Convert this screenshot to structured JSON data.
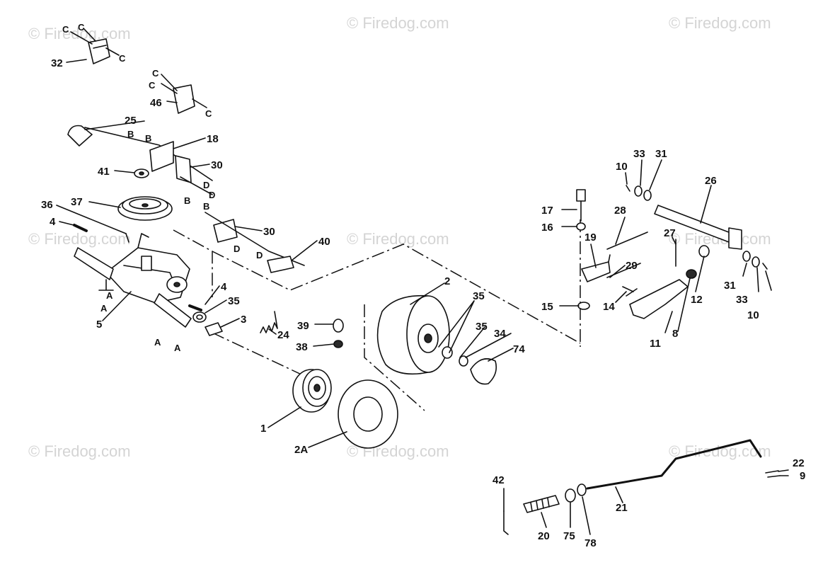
{
  "watermark": "© Firedog.com",
  "callouts": [
    {
      "id": "c1",
      "text": "1"
    },
    {
      "id": "c2",
      "text": "2"
    },
    {
      "id": "c2a",
      "text": "2A"
    },
    {
      "id": "c3",
      "text": "3"
    },
    {
      "id": "c4a",
      "text": "4"
    },
    {
      "id": "c4b",
      "text": "4"
    },
    {
      "id": "c5",
      "text": "5"
    },
    {
      "id": "c8",
      "text": "8"
    },
    {
      "id": "c9",
      "text": "9"
    },
    {
      "id": "c10a",
      "text": "10"
    },
    {
      "id": "c10b",
      "text": "10"
    },
    {
      "id": "c11",
      "text": "11"
    },
    {
      "id": "c12",
      "text": "12"
    },
    {
      "id": "c14",
      "text": "14"
    },
    {
      "id": "c15",
      "text": "15"
    },
    {
      "id": "c16",
      "text": "16"
    },
    {
      "id": "c17",
      "text": "17"
    },
    {
      "id": "c18",
      "text": "18"
    },
    {
      "id": "c19",
      "text": "19"
    },
    {
      "id": "c20",
      "text": "20"
    },
    {
      "id": "c21",
      "text": "21"
    },
    {
      "id": "c22",
      "text": "22"
    },
    {
      "id": "c24",
      "text": "24"
    },
    {
      "id": "c25",
      "text": "25"
    },
    {
      "id": "c26",
      "text": "26"
    },
    {
      "id": "c27",
      "text": "27"
    },
    {
      "id": "c28",
      "text": "28"
    },
    {
      "id": "c29",
      "text": "29"
    },
    {
      "id": "c30a",
      "text": "30"
    },
    {
      "id": "c30b",
      "text": "30"
    },
    {
      "id": "c31a",
      "text": "31"
    },
    {
      "id": "c31b",
      "text": "31"
    },
    {
      "id": "c32",
      "text": "32"
    },
    {
      "id": "c33a",
      "text": "33"
    },
    {
      "id": "c33b",
      "text": "33"
    },
    {
      "id": "c34",
      "text": "34"
    },
    {
      "id": "c35a",
      "text": "35"
    },
    {
      "id": "c35b",
      "text": "35"
    },
    {
      "id": "c35c",
      "text": "35"
    },
    {
      "id": "c36",
      "text": "36"
    },
    {
      "id": "c37",
      "text": "37"
    },
    {
      "id": "c38",
      "text": "38"
    },
    {
      "id": "c39",
      "text": "39"
    },
    {
      "id": "c40",
      "text": "40"
    },
    {
      "id": "c41",
      "text": "41"
    },
    {
      "id": "c42",
      "text": "42"
    },
    {
      "id": "c46",
      "text": "46"
    },
    {
      "id": "c74",
      "text": "74"
    },
    {
      "id": "c75",
      "text": "75"
    },
    {
      "id": "c78",
      "text": "78"
    }
  ],
  "reference_tags": [
    {
      "id": "t1",
      "text": "C"
    },
    {
      "id": "t2",
      "text": "C"
    },
    {
      "id": "t3",
      "text": "C"
    },
    {
      "id": "t4",
      "text": "C"
    },
    {
      "id": "t5",
      "text": "C"
    },
    {
      "id": "t6",
      "text": "C"
    },
    {
      "id": "t7",
      "text": "B"
    },
    {
      "id": "t8",
      "text": "B"
    },
    {
      "id": "t9",
      "text": "B"
    },
    {
      "id": "t10",
      "text": "B"
    },
    {
      "id": "t11",
      "text": "D"
    },
    {
      "id": "t12",
      "text": "D"
    },
    {
      "id": "t13",
      "text": "D"
    },
    {
      "id": "t14",
      "text": "D"
    },
    {
      "id": "t15",
      "text": "A"
    },
    {
      "id": "t16",
      "text": "A"
    },
    {
      "id": "t17",
      "text": "A"
    },
    {
      "id": "t18",
      "text": "A"
    }
  ]
}
